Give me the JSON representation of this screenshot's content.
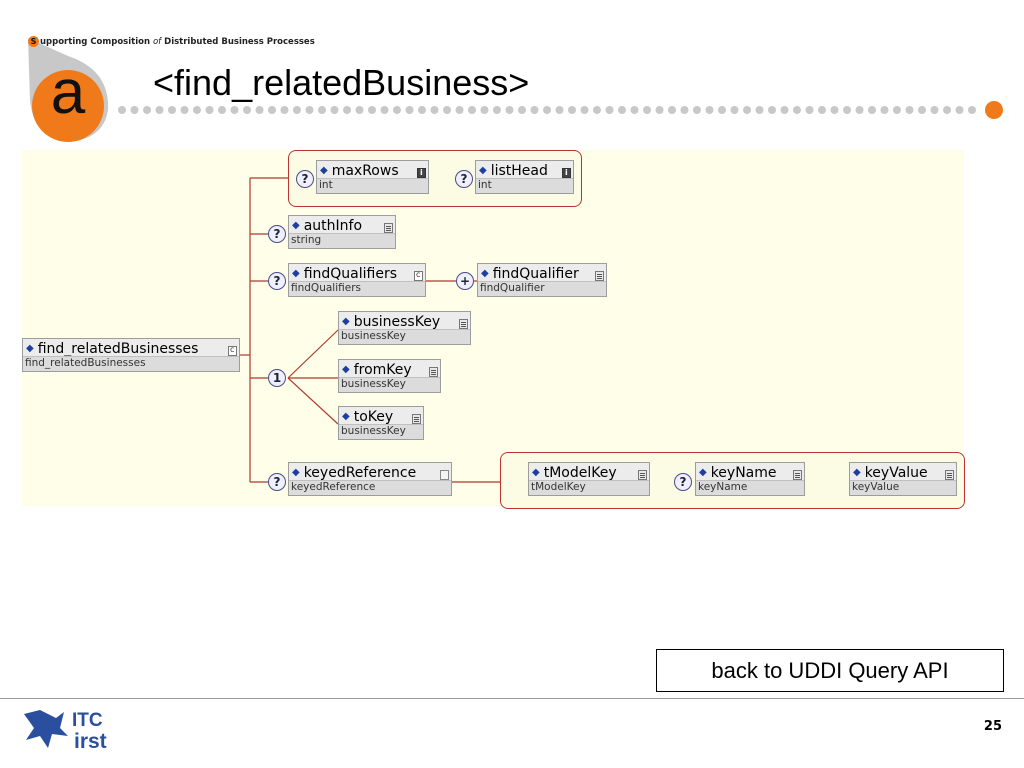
{
  "header": {
    "brand_first_letter": "S",
    "brand_text_1": "upporting Composition ",
    "brand_of": "of",
    "brand_text_2": " Distributed Business Processes",
    "logo_letter": "a",
    "title": "<find_relatedBusiness>",
    "accent_color": "#f07a1a",
    "dot_color": "#c8c8c8"
  },
  "diagram": {
    "root": {
      "name": "find_relatedBusinesses",
      "type": "find_relatedBusinesses"
    },
    "children": [
      {
        "name": "maxRows",
        "type": "int"
      },
      {
        "name": "listHead",
        "type": "int"
      },
      {
        "name": "authInfo",
        "type": "string"
      },
      {
        "name": "findQualifiers",
        "type": "findQualifiers"
      },
      {
        "name": "findQualifier",
        "type": "findQualifier"
      },
      {
        "name": "businessKey",
        "type": "businessKey"
      },
      {
        "name": "fromKey",
        "type": "businessKey"
      },
      {
        "name": "toKey",
        "type": "businessKey"
      },
      {
        "name": "keyedReference",
        "type": "keyedReference"
      },
      {
        "name": "tModelKey",
        "type": "tModelKey"
      },
      {
        "name": "keyName",
        "type": "keyName"
      },
      {
        "name": "keyValue",
        "type": "keyValue"
      }
    ],
    "optional_symbol": "?",
    "choice_symbol": "1",
    "plus_symbol": "+",
    "line_color": "#b03a2e"
  },
  "footer": {
    "back_button_label": "back to UDDI Query API",
    "logo_top": "ITC",
    "logo_bottom": "irst",
    "page_number": "25"
  }
}
